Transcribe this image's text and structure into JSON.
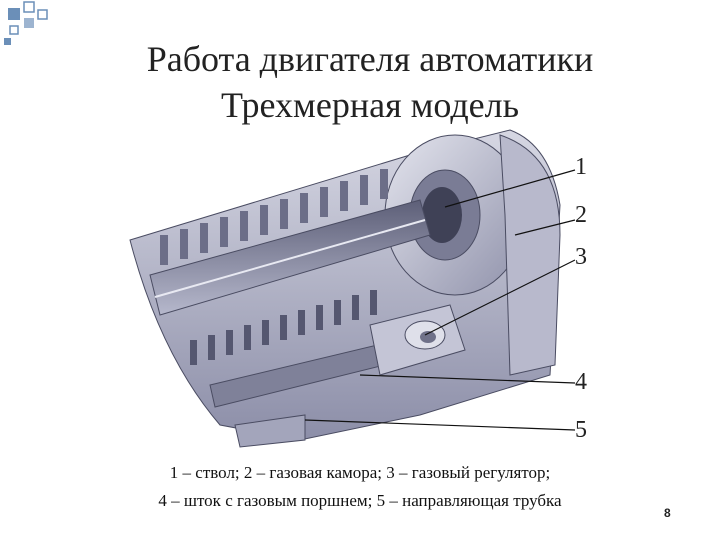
{
  "slide": {
    "title_line1": "Работа двигателя автоматики",
    "title_line2": "Трехмерная модель",
    "labels": [
      "1",
      "2",
      "3",
      "4",
      "5"
    ],
    "caption_line1": "1 – ствол; 2 – газовая камора; 3 – газовый регулятор;",
    "caption_line2": "4 – шток с газовым поршнем; 5 – направляющая трубка",
    "page_number": "8"
  },
  "colors": {
    "accent_square": "#6b8fb8",
    "metal_light": "#c9cad8",
    "metal_mid": "#9fa1b8",
    "metal_dark": "#5d5f78"
  },
  "icons": {
    "corner_decoration": "blue-squares-decoration-icon",
    "model_image": "gas-engine-3d-model-illustration"
  }
}
